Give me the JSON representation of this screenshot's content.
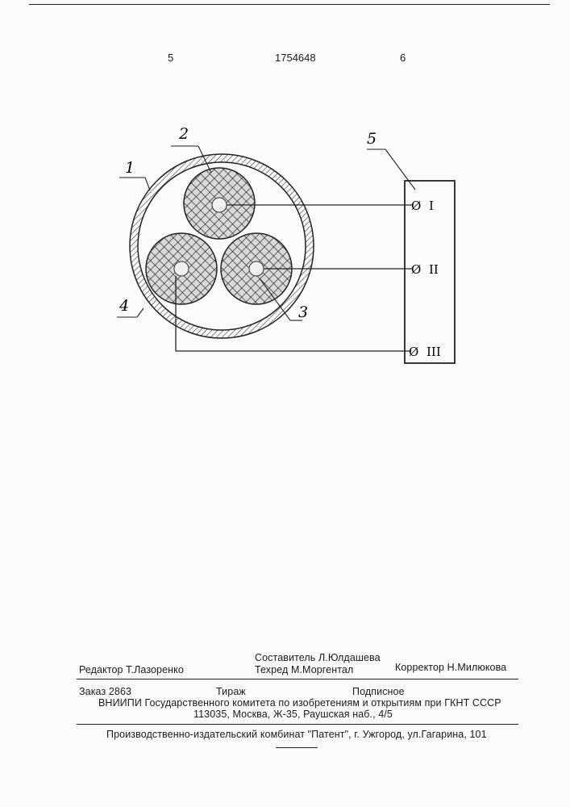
{
  "header": {
    "page_left": "5",
    "patent_number": "1754648",
    "page_right": "6"
  },
  "figure": {
    "labels": {
      "outer_shell": "1",
      "conductor_top": "2",
      "conductor_right": "3",
      "conductor_left": "4",
      "terminal_block": "5"
    },
    "terminals": [
      "I",
      "II",
      "III"
    ],
    "terminal_symbol": "Ø"
  },
  "credits": {
    "compiler": "Составитель Л.Юлдашева",
    "editor": "Редактор Т.Лазоренко",
    "tech_editor": "Техред М.Моргентал",
    "corrector": "Корректор  Н.Милюкова"
  },
  "order": {
    "order_no": "Заказ 2863",
    "circulation": "Тираж",
    "subscription": "Подписное",
    "org_line": "ВНИИПИ Государственного комитета по изобретениям и открытиям при ГКНТ СССР",
    "address": "113035, Москва, Ж-35, Раушская наб., 4/5"
  },
  "publisher": "Производственно-издательский комбинат \"Патент\", г. Ужгород, ул.Гагарина, 101"
}
